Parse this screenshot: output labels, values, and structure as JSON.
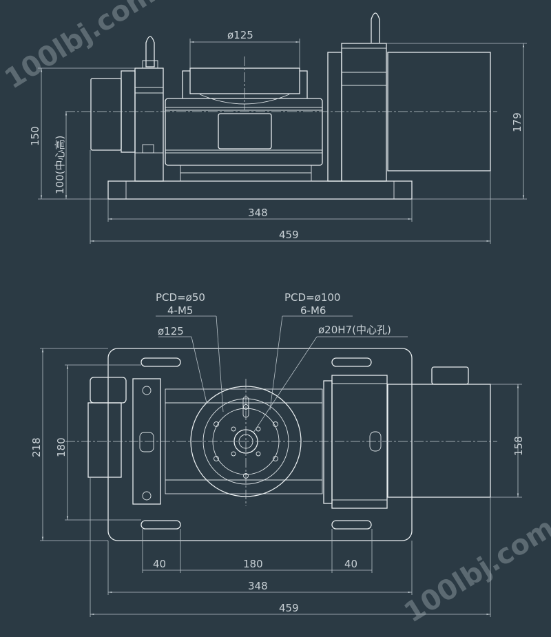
{
  "watermark": "100lbj.com",
  "front_view": {
    "dim_diameter": "ø125",
    "dim_height_total": "150",
    "dim_center_height": "100(中心高)",
    "dim_motor_height": "179",
    "dim_base_length": "348",
    "dim_overall_length": "459"
  },
  "top_view": {
    "pcd_small": "PCD=ø50",
    "pcd_small_thread": "4-M5",
    "pcd_large": "PCD=ø100",
    "pcd_large_thread": "6-M6",
    "diameter_table": "ø125",
    "center_hole": "ø20H7(中心孔)",
    "dim_plate_width": "218",
    "dim_slot_spacing": "180",
    "dim_motor_width": "158",
    "dim_slot_left": "40",
    "dim_slot_center": "180",
    "dim_slot_right": "40",
    "dim_base_length": "348",
    "dim_overall_length": "459"
  }
}
